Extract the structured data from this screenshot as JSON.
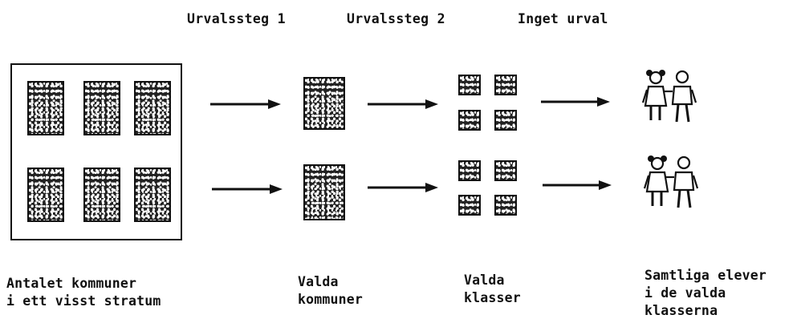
{
  "stage_labels": {
    "step1": "Urvalssteg 1",
    "step2": "Urvalssteg 2",
    "none": "Inget urval"
  },
  "captions": {
    "municipalities_pool": [
      "Antalet kommuner",
      "i ett visst stratum"
    ],
    "selected_municipalities": [
      "Valda",
      "kommuner"
    ],
    "selected_classes": [
      "Valda",
      "klasser"
    ],
    "all_pupils": [
      "Samtliga elever",
      "i de valda",
      "klasserna"
    ]
  },
  "icons": {
    "tile": "textured-block-icon",
    "small_tile": "small-textured-block-icon",
    "arrow": "arrow-right-icon",
    "pupils": "two-children-icon"
  },
  "colors": {
    "ink": "#111111",
    "background": "#ffffff"
  }
}
